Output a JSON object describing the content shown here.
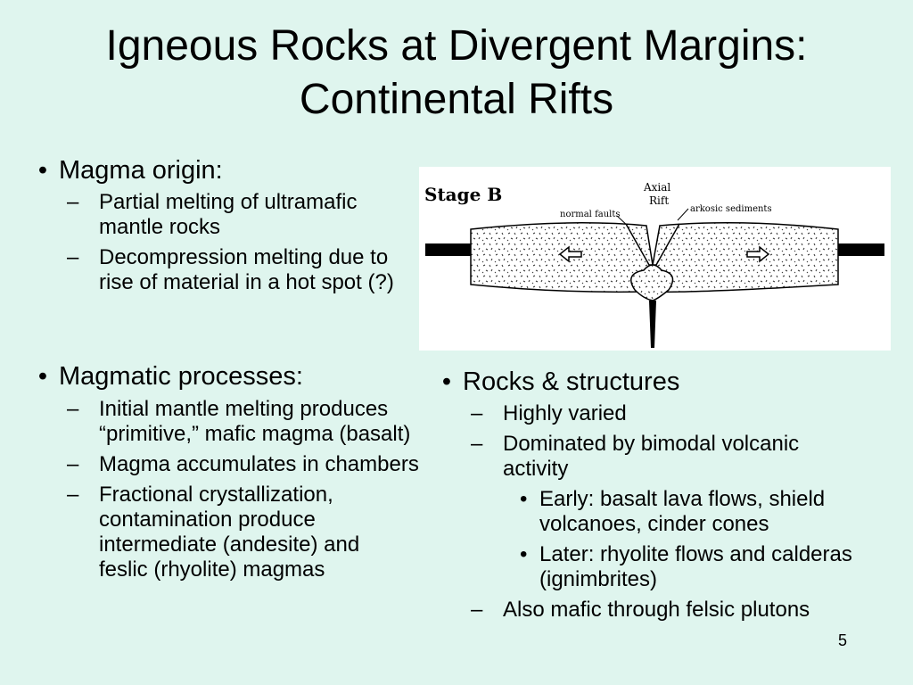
{
  "title": {
    "line1": "Igneous Rocks at Divergent Margins:",
    "line2": "Continental Rifts"
  },
  "left_top": {
    "heading": "Magma origin:",
    "items": [
      "Partial melting of ultramafic mantle rocks",
      "Decompression melting due to rise of material in a hot spot (?)"
    ]
  },
  "left_bottom": {
    "heading": "Magmatic processes:",
    "items": [
      "Initial mantle melting produces “primitive,” mafic magma (basalt)",
      "Magma accumulates in chambers",
      "Fractional crystallization, contamination produce intermediate (andesite) and feslic (rhyolite) magmas"
    ]
  },
  "right": {
    "heading": "Rocks & structures",
    "items": [
      "Highly varied",
      "Dominated by bimodal volcanic activity"
    ],
    "subitems": [
      "Early: basalt lava flows, shield volcanoes, cinder cones",
      "Later: rhyolite flows and calderas (ignimbrites)"
    ],
    "last_item": "Also mafic through felsic plutons"
  },
  "diagram": {
    "stage_label": "Stage B",
    "axial_label": "Axial",
    "rift_label": "Rift",
    "faults_label": "normal faults",
    "sediments_label": "arkosic sediments"
  },
  "page_number": "5",
  "bullets": {
    "round": "•",
    "dash": "–"
  }
}
